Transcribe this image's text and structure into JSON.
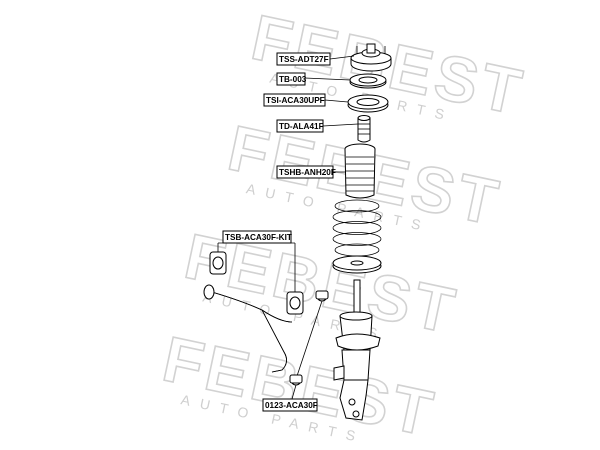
{
  "watermark": {
    "brand": "FEBEST",
    "tagline": "AUTO PARTS"
  },
  "parts": [
    {
      "id": "mount",
      "code": "TSS-ADT27F"
    },
    {
      "id": "bearing",
      "code": "TB-003"
    },
    {
      "id": "insulator",
      "code": "TSI-ACA30UPF"
    },
    {
      "id": "bump-stop",
      "code": "TD-ALA41F"
    },
    {
      "id": "boot",
      "code": "TSHB-ANH20F"
    },
    {
      "id": "stabilizer-bushing-kit",
      "code": "TSB-ACA30F-KIT"
    },
    {
      "id": "stabilizer-link",
      "code": "0123-ACA30F"
    }
  ]
}
